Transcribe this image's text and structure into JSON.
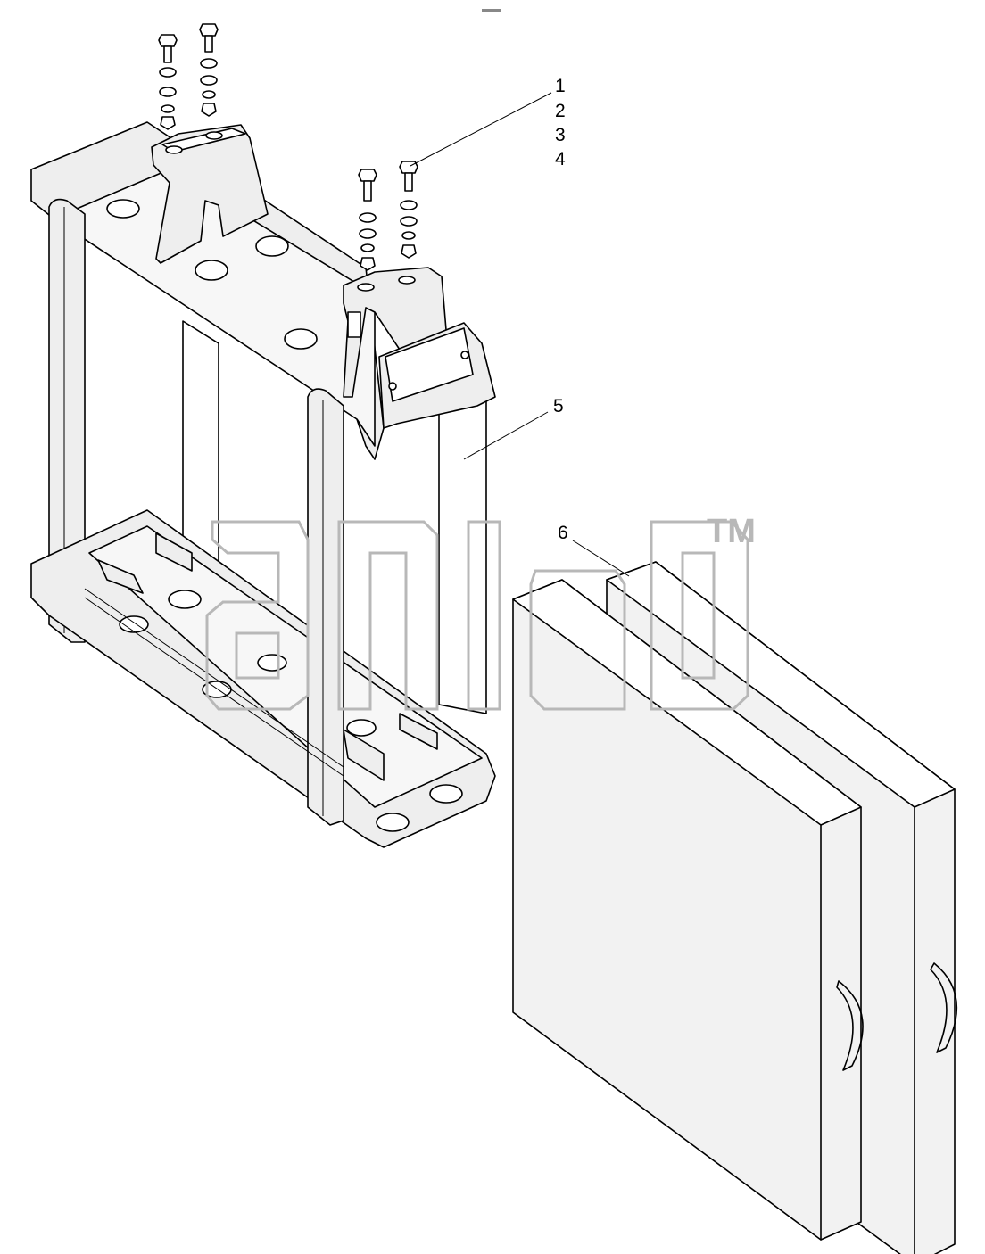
{
  "diagram": {
    "callouts": [
      "1",
      "2",
      "3",
      "4",
      "5",
      "6"
    ],
    "watermark_mark": "TM"
  }
}
